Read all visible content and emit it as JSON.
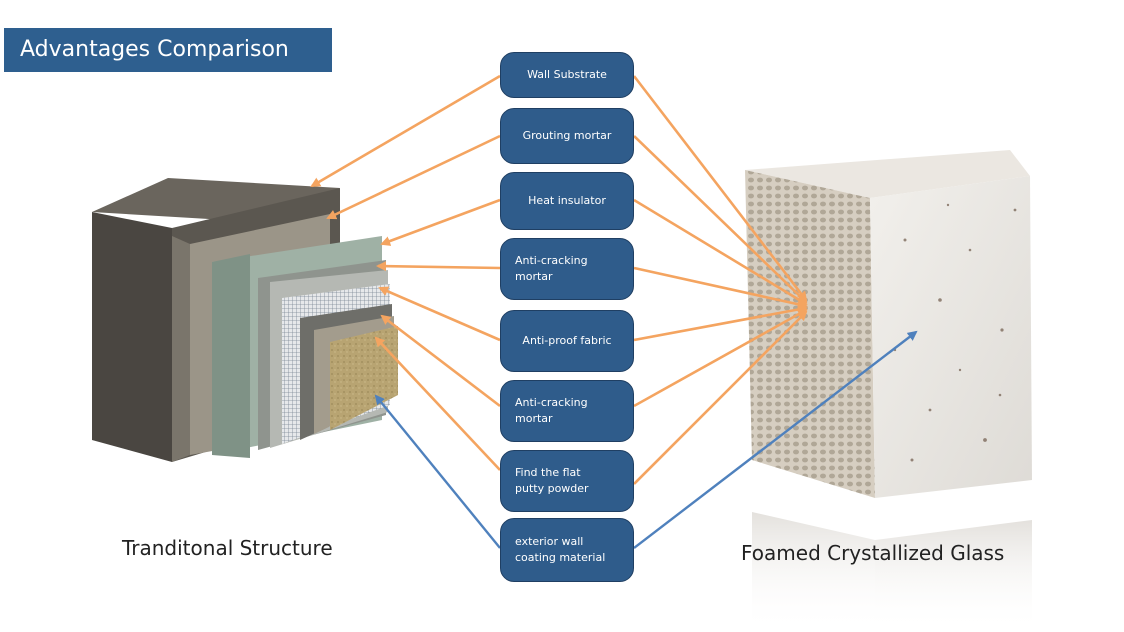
{
  "title": "Advantages Comparison",
  "layers": [
    {
      "label": "Wall Substrate"
    },
    {
      "label": "Grouting  mortar"
    },
    {
      "label": "Heat insulator"
    },
    {
      "label": "Anti-cracking\nmortar"
    },
    {
      "label": "Anti-proof fabric"
    },
    {
      "label": "Anti-cracking\nmortar"
    },
    {
      "label": "Find the flat\nputty powder"
    },
    {
      "label": "exterior wall\ncoating material"
    }
  ],
  "left_caption": "Tranditonal Structure",
  "right_caption": "Foamed Crystallized Glass",
  "colors": {
    "orange_arrow": "#f4a460",
    "blue_arrow": "#4f81bd",
    "box_fill": "#2f5c8b",
    "banner": "#2e5f8f"
  }
}
